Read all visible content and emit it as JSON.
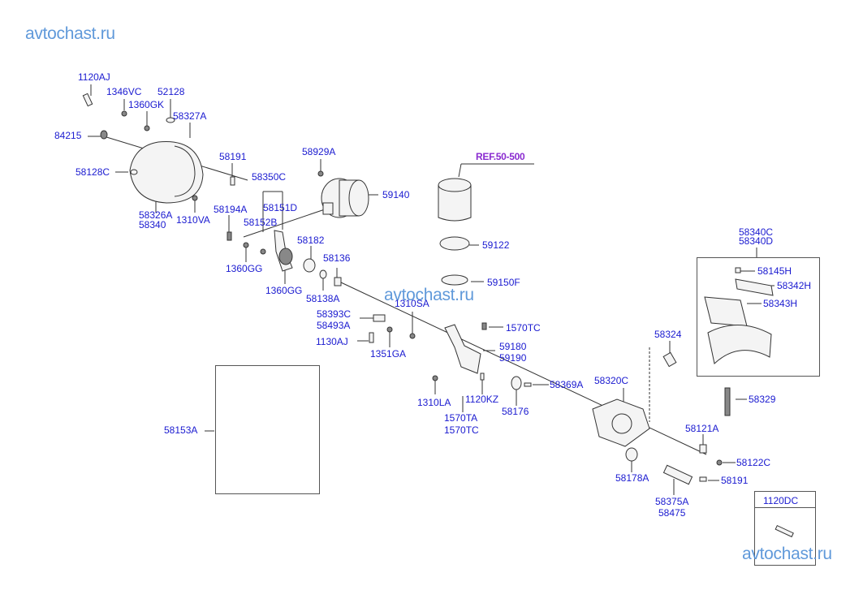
{
  "watermark": "avtochast.ru",
  "ref_label": "REF.50-500",
  "labels": {
    "p1120AJ": "1120AJ",
    "p1346VC": "1346VC",
    "p52128": "52128",
    "p1360GK": "1360GK",
    "p58327A": "58327A",
    "p84215": "84215",
    "p58191a": "58191",
    "p58128C": "58128C",
    "p58326A": "58326A",
    "p58340": "58340",
    "p1310VA": "1310VA",
    "p58929A": "58929A",
    "p58350C": "58350C",
    "p58151D": "58151D",
    "p58194A": "58194A",
    "p58152B": "58152B",
    "p59140": "59140",
    "p58182": "58182",
    "p1360GGa": "1360GG",
    "p1360GGb": "1360GG",
    "p58136": "58136",
    "p58138A": "58138A",
    "p1310SA": "1310SA",
    "p58393C": "58393C",
    "p58493A": "58493A",
    "p1130AJ": "1130AJ",
    "p1351GA": "1351GA",
    "p59122": "59122",
    "p59150F": "59150F",
    "p1570TCa": "1570TC",
    "p59180": "59180",
    "p59190": "59190",
    "p58369A": "58369A",
    "p1310LA": "1310LA",
    "p1120KZ": "1120KZ",
    "p1570TA": "1570TA",
    "p1570TCb": "1570TC",
    "p58176": "58176",
    "p58153A": "58153A",
    "p58340C": "58340C",
    "p58340D": "58340D",
    "p58145H": "58145H",
    "p58342H": "58342H",
    "p58343H": "58343H",
    "p58324": "58324",
    "p58320C": "58320C",
    "p58329": "58329",
    "p58121A": "58121A",
    "p58122C": "58122C",
    "p58178A": "58178A",
    "p58191b": "58191",
    "p58375A": "58375A",
    "p58475": "58475",
    "p1120DC": "1120DC"
  }
}
